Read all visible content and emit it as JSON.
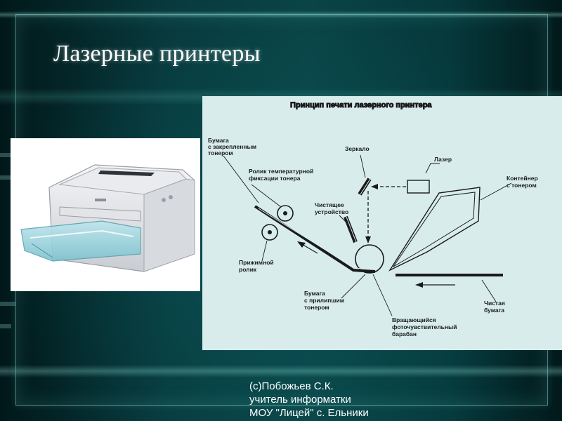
{
  "slide": {
    "title": "Лазерные принтеры",
    "credit_lines": [
      "(c)Побожьев С.К.",
      "учитель информатки",
      "МОУ \"Лицей\" с. Ельники"
    ]
  },
  "diagram": {
    "heading": "Принцип печати лазерного принтера",
    "labels": {
      "paper_fixed": [
        "Бумага",
        "с закрепленным",
        "тонером"
      ],
      "fuser_roller": [
        "Ролик температурной",
        "фиксации тонера"
      ],
      "mirror": "Зеркало",
      "laser": "Лазер",
      "toner_container": [
        "Контейнер",
        "с тонером"
      ],
      "cleaner": [
        "Чистящее",
        "устройство"
      ],
      "pressure_roller": [
        "Прижимной",
        "ролик"
      ],
      "paper_toner": [
        "Бумага",
        "с прилипшим",
        "тонером"
      ],
      "clean_paper": [
        "Чистая",
        "бумага"
      ],
      "drum": [
        "Вращающийся",
        "фоточувствительный",
        "барабан"
      ]
    }
  },
  "colors": {
    "panel_bg": "#d8ecec",
    "title_text": "#ffffff",
    "diagram_ink": "#1a1a1a"
  }
}
